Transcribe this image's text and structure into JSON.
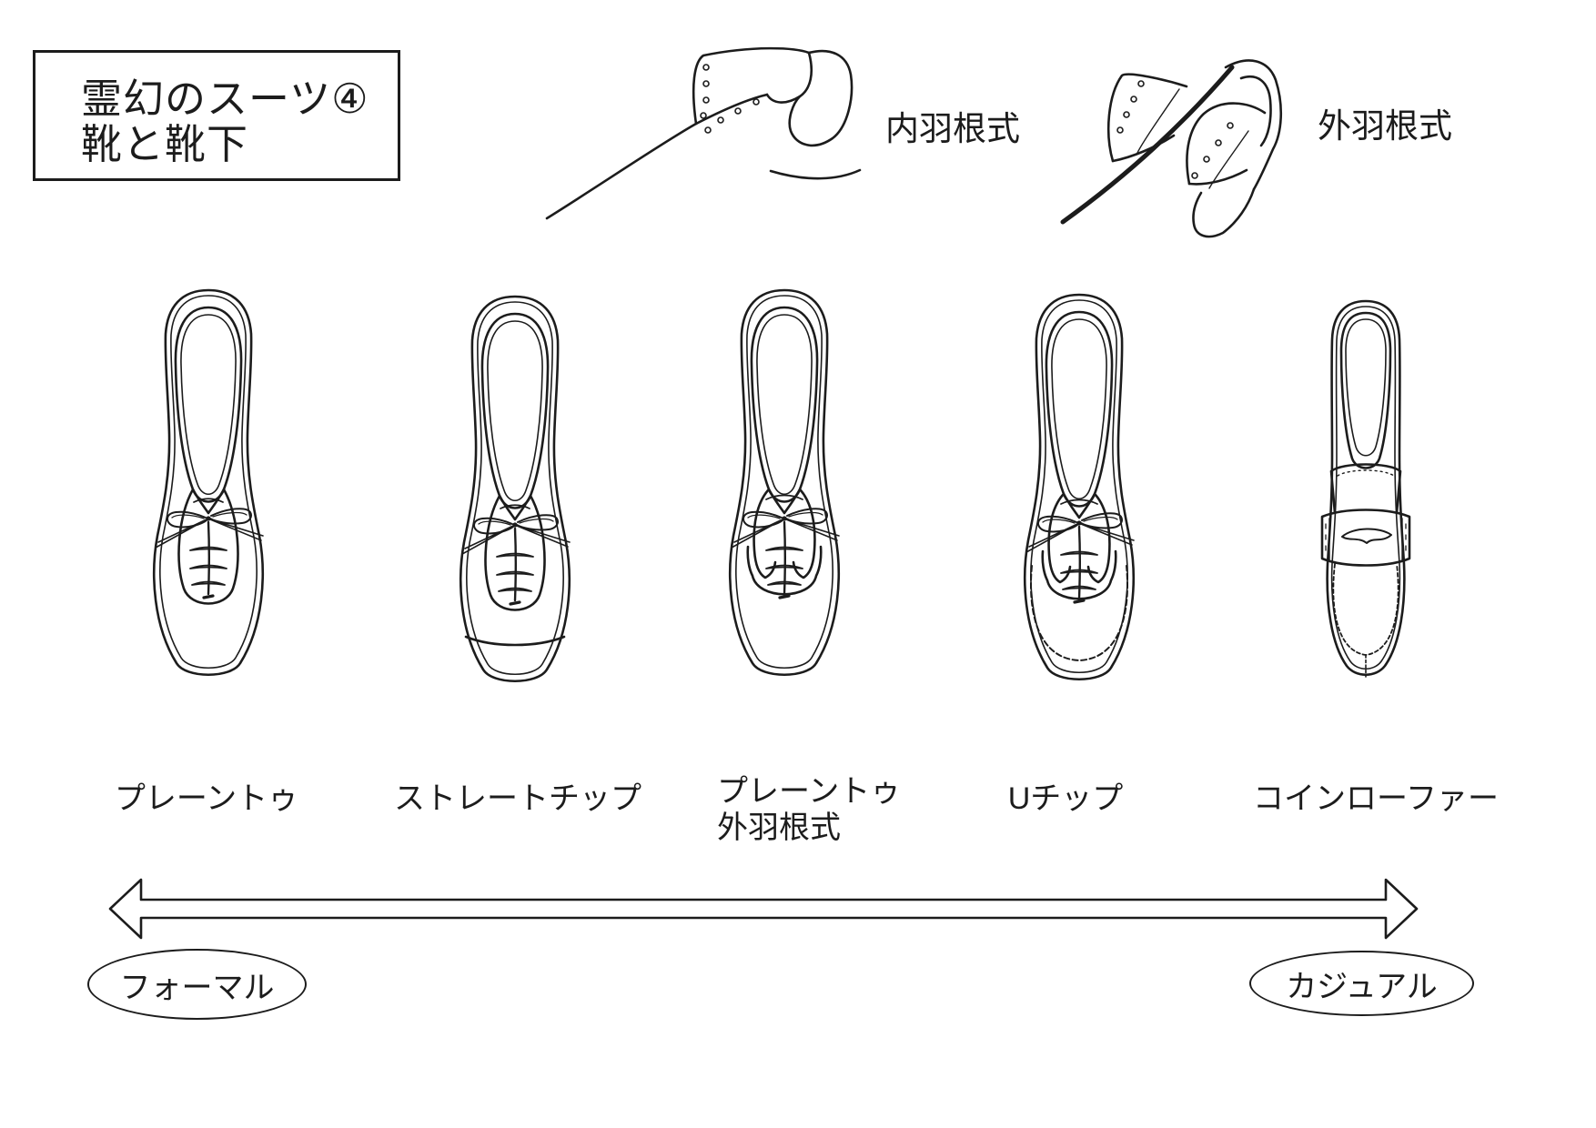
{
  "page": {
    "background": "#ffffff",
    "ink": "#1c1c1c"
  },
  "title": {
    "line1": "霊幻のスーツ④",
    "line2": "靴と靴下"
  },
  "lacing_examples": {
    "inner": {
      "label": "内羽根式"
    },
    "outer": {
      "label": "外羽根式"
    }
  },
  "shoes": [
    {
      "name": "plain-toe",
      "label": "プレーントゥ"
    },
    {
      "name": "straight-tip",
      "label": "ストレートチップ"
    },
    {
      "name": "plain-toe-open-lacing",
      "label": "プレーントゥ",
      "label2": "外羽根式"
    },
    {
      "name": "u-tip",
      "label": "Uチップ"
    },
    {
      "name": "coin-loafer",
      "label": "コインローファー"
    }
  ],
  "spectrum": {
    "left": "フォーマル",
    "right": "カジュアル"
  }
}
